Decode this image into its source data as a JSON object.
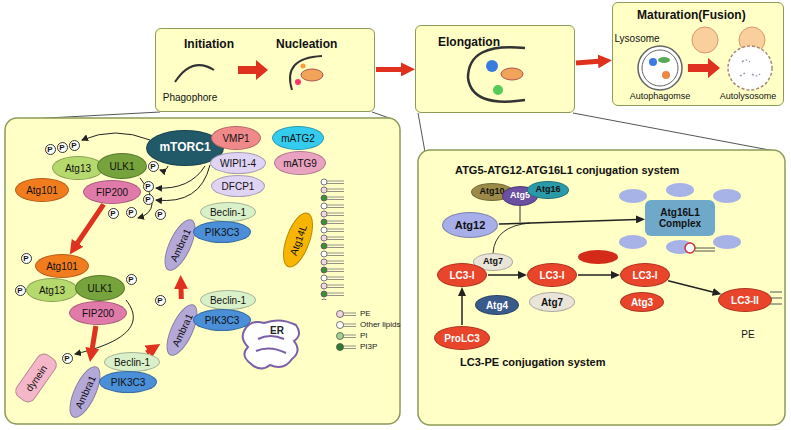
{
  "diagram": {
    "nodes": [
      {
        "text": [
          "Initiation",
          "Nucleation"
        ]
      },
      {
        "text": [
          "Elongation"
        ]
      },
      {
        "text": [
          "Maturation(Fusion)"
        ]
      },
      {
        "text": [
          "mTORC1"
        ]
      },
      {
        "text": [
          "Atg13"
        ]
      },
      {
        "text": [
          "ULK1"
        ]
      },
      {
        "text": [
          "Atg101"
        ]
      },
      {
        "text": [
          "FIP200"
        ]
      },
      {
        "text": [
          "VMP1"
        ]
      },
      {
        "text": [
          "mATG2"
        ]
      },
      {
        "text": [
          "WIPI1-4"
        ]
      },
      {
        "text": [
          "mATG9"
        ]
      },
      {
        "text": [
          "DFCP1"
        ]
      },
      {
        "text": [
          "Ambra1"
        ]
      },
      {
        "text": [
          "Beclin-1"
        ]
      },
      {
        "text": [
          "PIK3C3"
        ]
      },
      {
        "text": [
          "Atg14L"
        ]
      },
      {
        "text": [
          "Atg101"
        ]
      },
      {
        "text": [
          "Atg13"
        ]
      },
      {
        "text": [
          "ULK1"
        ]
      },
      {
        "text": [
          "FIP200"
        ]
      },
      {
        "text": [
          "Ambra1"
        ]
      },
      {
        "text": [
          "Beclin-1"
        ]
      },
      {
        "text": [
          "PIK3C3"
        ]
      },
      {
        "text": [
          "ER"
        ]
      },
      {
        "text": [
          "dynein"
        ]
      },
      {
        "text": [
          "Ambra1"
        ]
      },
      {
        "text": [
          "Beclin-1"
        ]
      },
      {
        "text": [
          "PIK3C3"
        ]
      },
      {
        "text": [
          "ATG5-ATG12-ATG16L1 conjugation system",
          "LC3-PE conjugation system"
        ]
      },
      {
        "text": [
          "Atg10"
        ],
        "in": 29
      },
      {
        "text": [
          "Atg5"
        ],
        "in": 29
      },
      {
        "text": [
          "Atg16"
        ],
        "in": 29
      },
      {
        "text": [
          "Atg12"
        ],
        "in": 29
      },
      {
        "text": [
          "Atg16L1 Complex"
        ],
        "in": 29
      },
      {
        "text": [
          "Atg7"
        ],
        "in": 29
      },
      {
        "text": [
          "LC3-I"
        ],
        "in": 29
      },
      {
        "text": [
          "LC3-I"
        ],
        "in": 29
      },
      {
        "text": [
          "Atg7"
        ],
        "in": 29
      },
      {
        "text": [
          "LC3-I"
        ],
        "in": 29
      },
      {
        "text": [
          "Atg3"
        ],
        "in": 29
      },
      {
        "text": [
          "LC3-II"
        ],
        "in": 29
      },
      {
        "text": [
          "Atg4"
        ],
        "in": 29
      },
      {
        "text": [
          "ProLC3"
        ],
        "in": 29
      }
    ],
    "edges": [
      {
        "from": 0,
        "to": 1,
        "arrow": "to"
      },
      {
        "from": 1,
        "to": 2,
        "arrow": "to"
      },
      {
        "from": 7,
        "to": 17,
        "arrow": "to"
      },
      {
        "from": 20,
        "to": 26,
        "arrow": "to"
      },
      {
        "from": 27,
        "to": 21,
        "arrow": "to"
      },
      {
        "from": 21,
        "to": 13,
        "arrow": "to"
      },
      {
        "from": 33,
        "to": 34,
        "arrow": "to"
      },
      {
        "from": 43,
        "to": 36,
        "arrow": "to"
      },
      {
        "from": 36,
        "to": 37,
        "arrow": "to"
      },
      {
        "from": 37,
        "to": 39,
        "arrow": "to"
      },
      {
        "from": 39,
        "to": 41,
        "arrow": "to"
      }
    ],
    "labels": [
      "Phagophore",
      "Lysosome",
      "Autophagomse",
      "Autolysosome",
      "P",
      "P",
      "P",
      "P",
      "P",
      "P",
      "P",
      "P",
      "P",
      "P",
      "P",
      "P",
      "P",
      "P",
      "PE"
    ],
    "legend": [
      {
        "text": "PE"
      },
      {
        "text": "Other lipids"
      },
      {
        "text": "PI"
      },
      {
        "text": "PI3P"
      }
    ]
  }
}
